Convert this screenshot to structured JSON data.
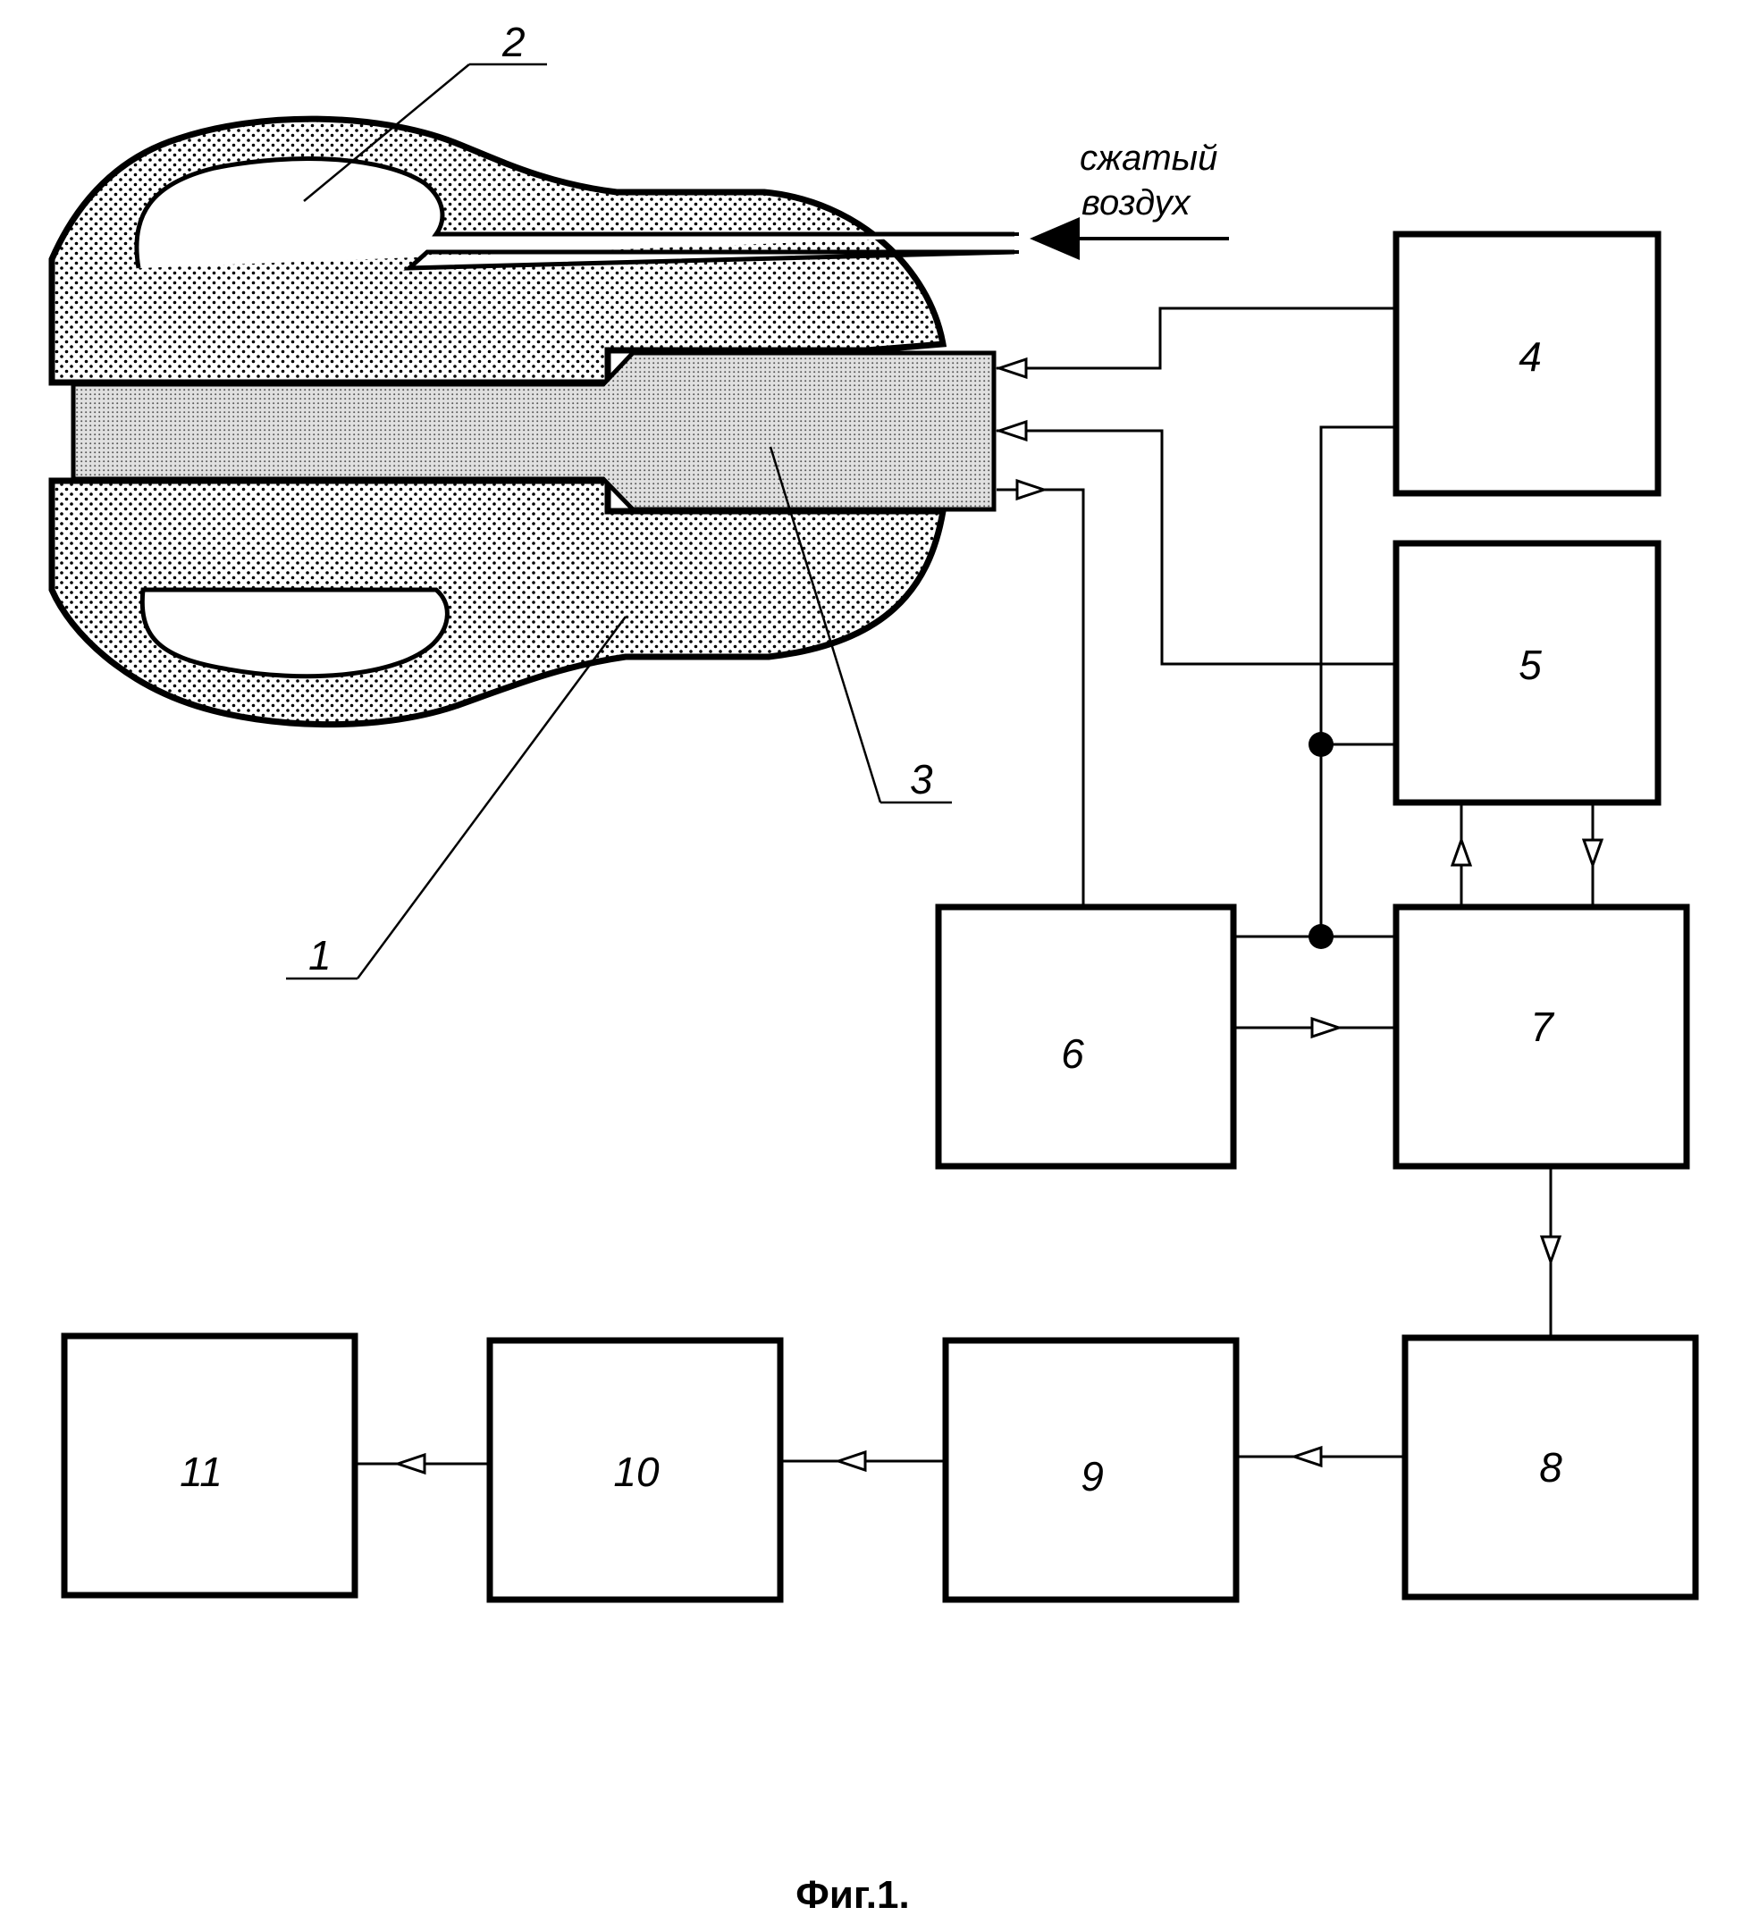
{
  "labels": {
    "part_1": "1",
    "part_2": "2",
    "part_3": "3"
  },
  "air_label": {
    "line1": "сжатый",
    "line2": "воздух"
  },
  "blocks": [
    {
      "id": "4",
      "label": "4"
    },
    {
      "id": "5",
      "label": "5"
    },
    {
      "id": "6",
      "label": "6"
    },
    {
      "id": "7",
      "label": "7"
    },
    {
      "id": "8",
      "label": "8"
    },
    {
      "id": "9",
      "label": "9"
    },
    {
      "id": "10",
      "label": "10"
    },
    {
      "id": "11",
      "label": "11"
    }
  ],
  "caption": "Фиг.1."
}
